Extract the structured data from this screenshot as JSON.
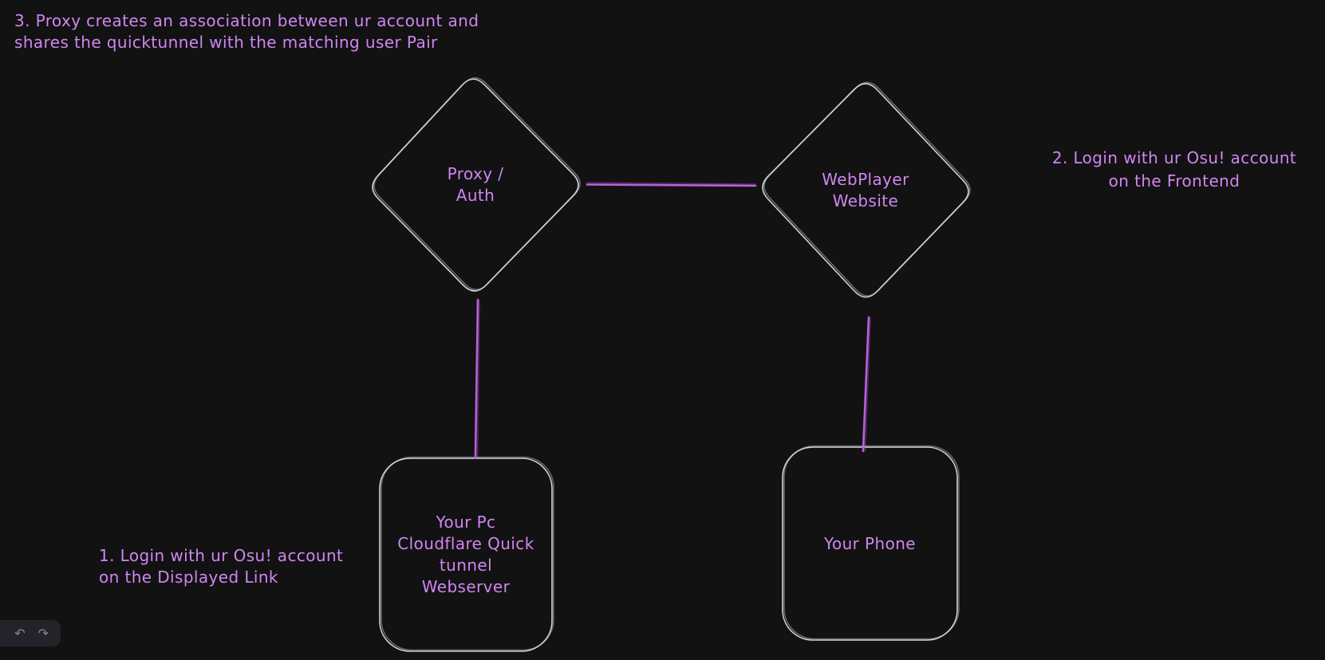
{
  "app": {
    "name": "whiteboard-canvas"
  },
  "colors": {
    "background": "#121212",
    "shape_stroke": "#ced4da",
    "connector": "#ba5fde",
    "text": "#cf86f1",
    "island_background": "#232329",
    "island_icon": "#85858e"
  },
  "notes": {
    "step3": "3. Proxy creates an association between ur account and\nshares the quicktunnel with the matching user Pair",
    "step2": "2. Login with ur Osu! account\non the Frontend",
    "step1": "1. Login with ur Osu! account\non the Displayed Link"
  },
  "shapes": {
    "proxy_auth": {
      "type": "diamond",
      "label": "Proxy /\nAuth"
    },
    "webplayer": {
      "type": "diamond",
      "label": "WebPlayer\nWebsite"
    },
    "pc_tunnel": {
      "type": "rounded-rectangle",
      "label": "Your Pc\nCloudflare Quick\ntunnel\nWebserver"
    },
    "phone": {
      "type": "rounded-rectangle",
      "label": "Your Phone"
    }
  },
  "connectors": {
    "proxy_to_webplayer": "proxy-auth to webplayer-website",
    "proxy_to_pc": "proxy-auth to your-pc-webserver",
    "webplayer_to_phone": "webplayer-website to your-phone"
  },
  "toolbar": {
    "undo_icon": "↶",
    "redo_icon": "↷"
  }
}
